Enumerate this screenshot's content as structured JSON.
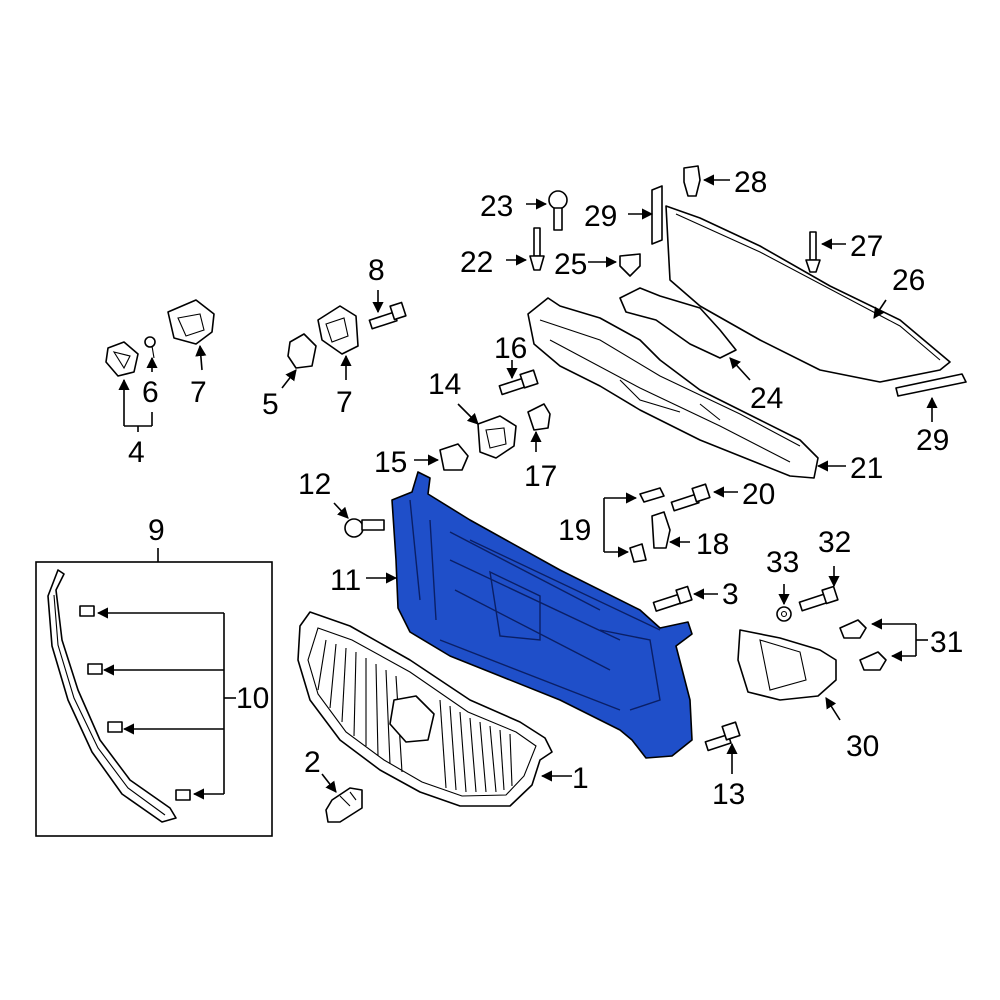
{
  "diagram": {
    "highlight_color": "#1f4fc9",
    "highlighted_part": "11",
    "callouts": {
      "c1": "1",
      "c2": "2",
      "c3": "3",
      "c4": "4",
      "c5": "5",
      "c6": "6",
      "c7a": "7",
      "c7b": "7",
      "c8": "8",
      "c9": "9",
      "c10": "10",
      "c11": "11",
      "c12": "12",
      "c13": "13",
      "c14": "14",
      "c15": "15",
      "c16": "16",
      "c17": "17",
      "c18": "18",
      "c19": "19",
      "c20": "20",
      "c21": "21",
      "c22": "22",
      "c23": "23",
      "c24": "24",
      "c25": "25",
      "c26": "26",
      "c27": "27",
      "c28": "28",
      "c29a": "29",
      "c29b": "29",
      "c30": "30",
      "c31": "31",
      "c32": "32",
      "c33": "33"
    }
  }
}
